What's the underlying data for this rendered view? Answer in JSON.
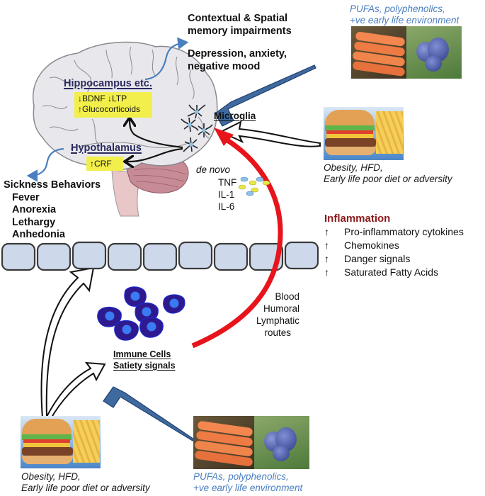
{
  "outcomes": {
    "memory": [
      "Contextual & Spatial",
      "memory impairments"
    ],
    "mood": [
      "Depression, anxiety,",
      "negative mood"
    ]
  },
  "brain": {
    "hippocampus_label": "Hippocampus etc.",
    "hippocampus_effects": {
      "line1_a": "BDNF",
      "line1_b": "LTP",
      "line2": "Glucocorticoids",
      "down_arrow": "↓",
      "up_arrow": "↑"
    },
    "hypothalamus_label": "Hypothalamus",
    "hypothalamus_effect": "CRF",
    "microglia_label": "Microglia"
  },
  "sickness": {
    "title": "Sickness Behaviors",
    "items": [
      "Fever",
      "Anorexia",
      "Lethargy",
      "Anhedonia"
    ]
  },
  "cytokines": {
    "qualifier": "de novo",
    "items": [
      "TNF",
      "IL-1",
      "IL-6"
    ]
  },
  "inflammation": {
    "title": "Inflammation",
    "title_color": "#8b1a1a",
    "arrow": "↑",
    "items": [
      "Pro-inflammatory cytokines",
      "Chemokines",
      "Danger signals",
      "Saturated Fatty Acids"
    ]
  },
  "routes": [
    "Blood",
    "Humoral",
    "Lymphatic",
    "routes"
  ],
  "immune": {
    "line1": "Immune Cells",
    "line2": "Satiety signals"
  },
  "protective_diet": {
    "lines": [
      "PUFAs, polyphenolics,",
      "+ve early life environment"
    ],
    "color": "#4a7fc1"
  },
  "harmful_diet": {
    "lines": [
      "Obesity, HFD,",
      "Early life poor diet or adversity"
    ]
  },
  "colors": {
    "red_arrow": "#e8141c",
    "blue_blocker": "#3f6aa0",
    "brain_fill": "#e8e8ec",
    "epithelium_fill": "#cdd8ea",
    "highlight": "#f2ef4c"
  }
}
